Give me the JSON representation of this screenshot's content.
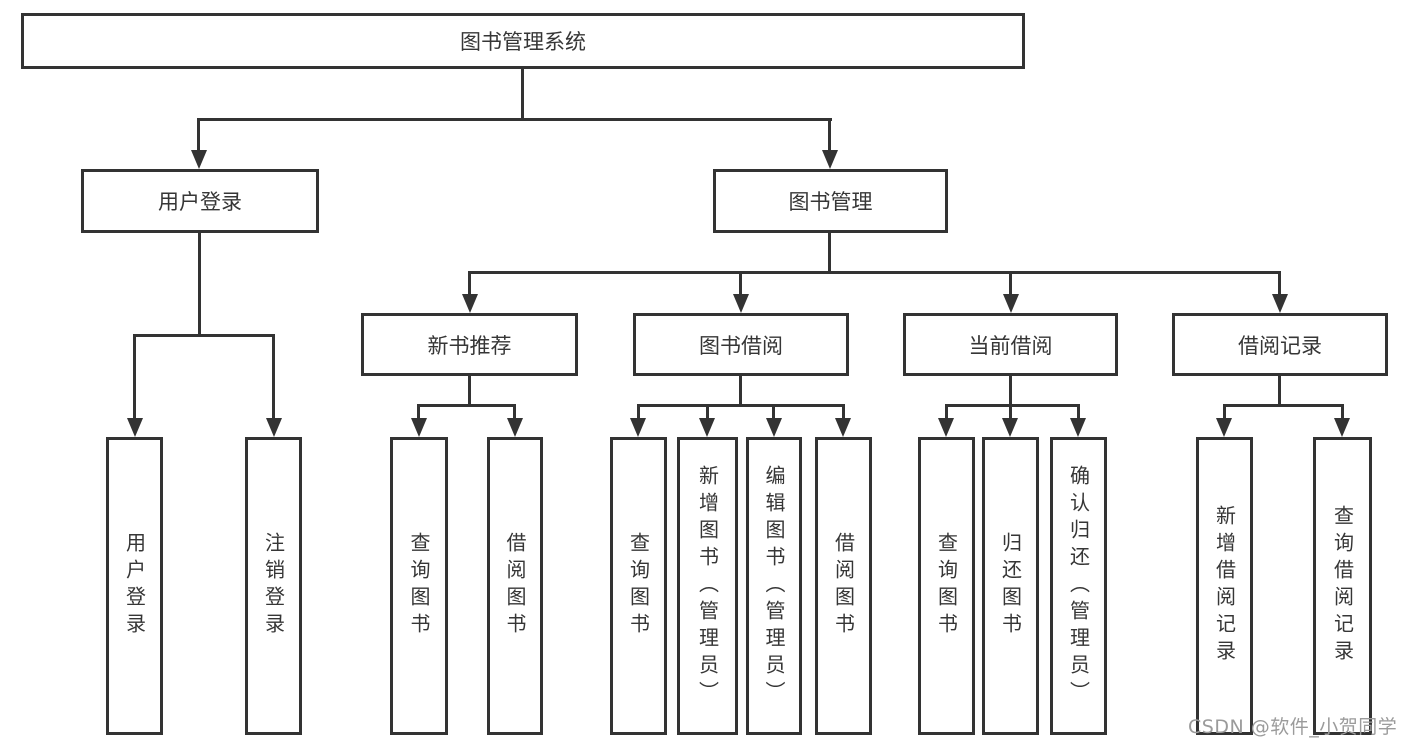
{
  "tree": {
    "root_label": "图书管理系统",
    "login": {
      "label": "用户登录",
      "leaves": [
        "用户登录",
        "注销登录"
      ]
    },
    "management": {
      "label": "图书管理",
      "sections": [
        {
          "label": "新书推荐",
          "leaves": [
            "查询图书",
            "借阅图书"
          ]
        },
        {
          "label": "图书借阅",
          "leaves": [
            "查询图书",
            "新增图书（管理员）",
            "编辑图书（管理员）",
            "借阅图书"
          ]
        },
        {
          "label": "当前借阅",
          "leaves": [
            "查询图书",
            "归还图书",
            "确认归还（管理员）"
          ]
        },
        {
          "label": "借阅记录",
          "leaves": [
            "新增借阅记录",
            "查询借阅记录"
          ]
        }
      ]
    }
  },
  "watermark": {
    "text": "CSDN @软件_小贺同学"
  },
  "colors": {
    "line": "#333333",
    "text": "#363636",
    "watermark": "#9b9b9b",
    "background": "#ffffff"
  }
}
